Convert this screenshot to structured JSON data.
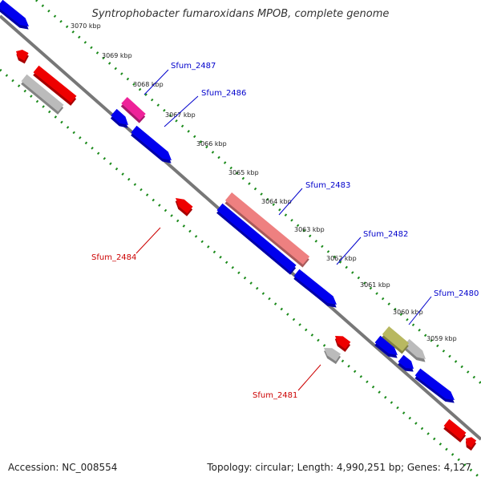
{
  "title": "Syntrophobacter fumaroxidans MPOB, complete genome",
  "footer": {
    "accession": "Accession: NC_008554",
    "topology": "Topology: circular; Length: 4,990,251 bp; Genes: 4,127"
  },
  "colors": {
    "backbone": "#777777",
    "tick_dots": "#1a8a1a",
    "cds": "#0000ee",
    "rna": "#ee0000",
    "pseudo": "#bbbbbb",
    "blast_salmon": "#ee8080",
    "blast_pink": "#ee2299",
    "blast_olive": "#b8b860",
    "label_forward": "#0000cc",
    "label_reverse": "#cc0000"
  },
  "ticks": [
    {
      "text": "3070 kbp"
    },
    {
      "text": "3069 kbp"
    },
    {
      "text": "3068 kbp"
    },
    {
      "text": "3067 kbp"
    },
    {
      "text": "3066 kbp"
    },
    {
      "text": "3065 kbp"
    },
    {
      "text": "3064 kbp"
    },
    {
      "text": "3063 kbp"
    },
    {
      "text": "3062 kbp"
    },
    {
      "text": "3061 kbp"
    },
    {
      "text": "3060 kbp"
    },
    {
      "text": "3059 kbp"
    }
  ],
  "gene_labels": [
    {
      "text": "Sfum_2487",
      "strand": "forward"
    },
    {
      "text": "Sfum_2486",
      "strand": "forward"
    },
    {
      "text": "Sfum_2483",
      "strand": "forward"
    },
    {
      "text": "Sfum_2482",
      "strand": "forward"
    },
    {
      "text": "Sfum_2480",
      "strand": "forward"
    },
    {
      "text": "Sfum_2484",
      "strand": "reverse"
    },
    {
      "text": "Sfum_2481",
      "strand": "reverse"
    }
  ]
}
